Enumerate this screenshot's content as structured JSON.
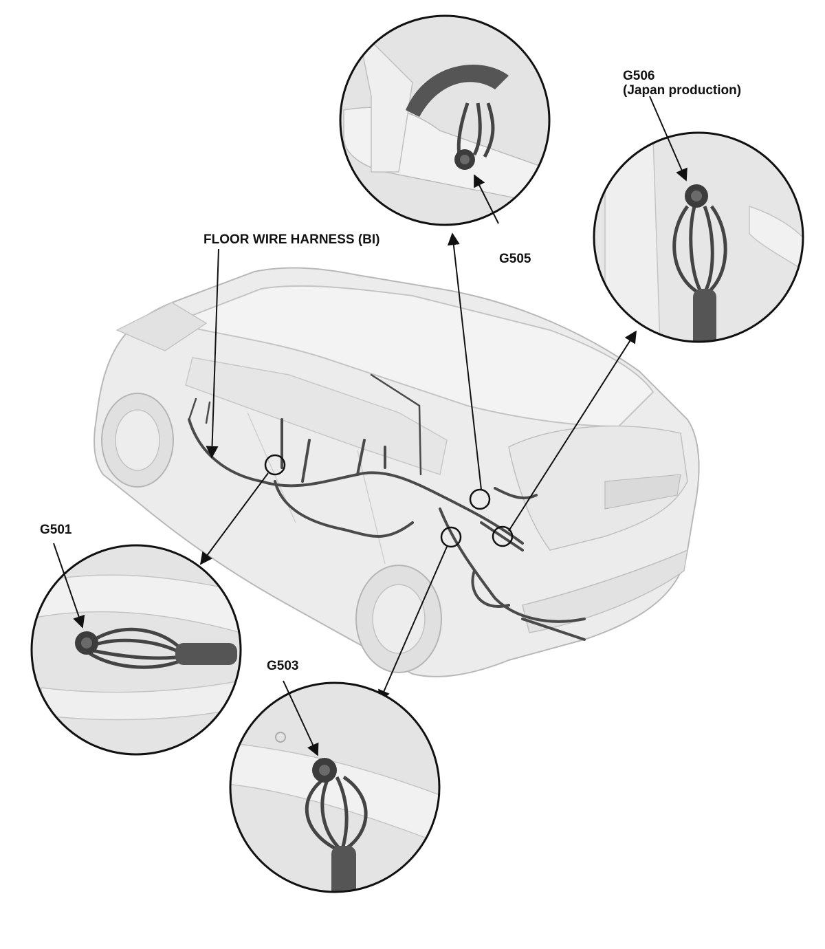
{
  "labels": {
    "floor_harness": "FLOOR WIRE HARNESS (BI)",
    "g505": "G505",
    "g506": "G506",
    "g506_note": "(Japan production)",
    "g501": "G501",
    "g503": "G503"
  },
  "colors": {
    "line": "#111111",
    "circle_fill": "#e9e9e9",
    "car_body": "#ececec",
    "car_outline": "#b8b8b8",
    "harness": "#4a4a4a",
    "ground_bolt": "#3c3c3c"
  }
}
